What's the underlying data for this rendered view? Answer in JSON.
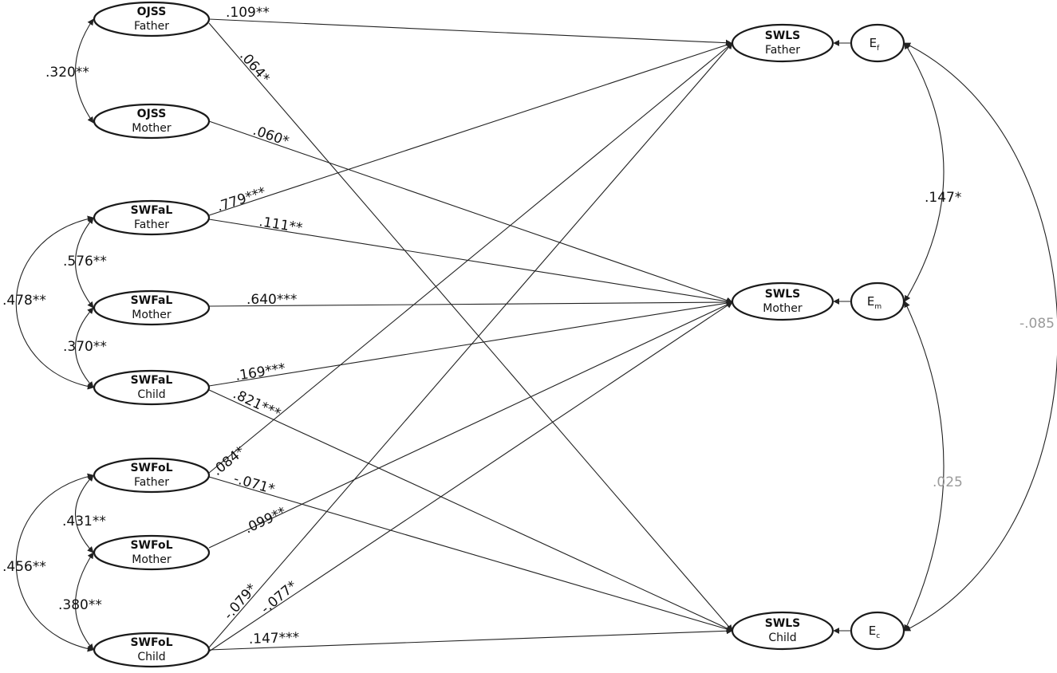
{
  "nodes": {
    "ojss_father": {
      "title": "OJSS",
      "sub": "Father"
    },
    "ojss_mother": {
      "title": "OJSS",
      "sub": "Mother"
    },
    "swfal_father": {
      "title": "SWFaL",
      "sub": "Father"
    },
    "swfal_mother": {
      "title": "SWFaL",
      "sub": "Mother"
    },
    "swfal_child": {
      "title": "SWFaL",
      "sub": "Child"
    },
    "swfol_father": {
      "title": "SWFoL",
      "sub": "Father"
    },
    "swfol_mother": {
      "title": "SWFoL",
      "sub": "Mother"
    },
    "swfol_child": {
      "title": "SWFoL",
      "sub": "Child"
    },
    "swls_father": {
      "title": "SWLS",
      "sub": "Father"
    },
    "swls_mother": {
      "title": "SWLS",
      "sub": "Mother"
    },
    "swls_child": {
      "title": "SWLS",
      "sub": "Child"
    }
  },
  "errors": {
    "ef": {
      "label": "E",
      "sub": "f"
    },
    "em": {
      "label": "E",
      "sub": "m"
    },
    "ec": {
      "label": "E",
      "sub": "c"
    }
  },
  "paths": {
    "ojssf_swlsf": ".109**",
    "ojssf_swlsc": ".064*",
    "ojssm_swlsm": ".060*",
    "swfalf_swlsf": ".779***",
    "swfalf_swlsm": ".111**",
    "swfalm_swlsm": ".640***",
    "swfalc_swlsm": ".169***",
    "swfalc_swlsc": ".821***",
    "swfolf_swlsf": ".084*",
    "swfolf_swlsc": "-.071*",
    "swfolm_swlsm": ".099**",
    "swfolc_swlsf": "-.079*",
    "swfolc_swlsm": "-.077*",
    "swfolc_swlsc": ".147***"
  },
  "covariances": {
    "ojss_fm": ".320**",
    "swfal_fm": ".576**",
    "swfal_mc": ".370**",
    "swfal_fc": ".478**",
    "swfol_fm": ".431**",
    "swfol_mc": ".380**",
    "swfol_fc": ".456**",
    "e_fm": ".147*",
    "e_mc": ".025",
    "e_fc": "-.085"
  },
  "colors": {
    "line": "#222222",
    "nonsignificant": "#9a9a9a"
  }
}
